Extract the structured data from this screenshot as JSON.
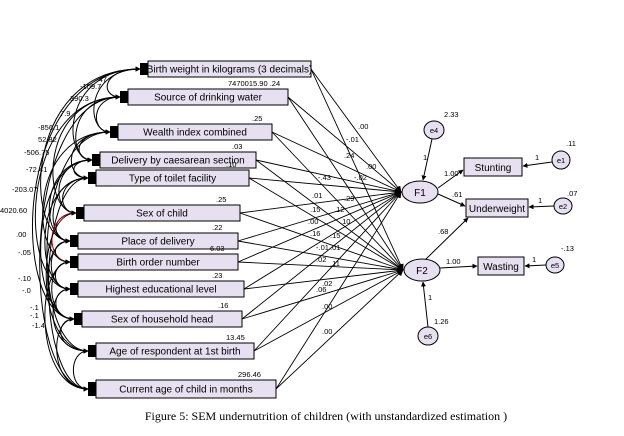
{
  "figure": {
    "caption": "Figure 5: SEM undernutrition of children (with unstandardized estimation )"
  },
  "observed": [
    {
      "id": "birthwt",
      "label": "Birth weight in kilograms (3 decimals)",
      "var": ""
    },
    {
      "id": "water",
      "label": "Source of drinking water",
      "var": "7470015.90 .24"
    },
    {
      "id": "wealth",
      "label": "Wealth index combined",
      "var": ".25"
    },
    {
      "id": "caes",
      "label": "Delivery by caesarean section",
      "var": ".03"
    },
    {
      "id": "toilet",
      "label": "Type of toilet facility",
      "var": ".10"
    },
    {
      "id": "sex",
      "label": "Sex of child",
      "var": ".25"
    },
    {
      "id": "place",
      "label": "Place of delivery",
      "var": ".22"
    },
    {
      "id": "order",
      "label": "Birth order number",
      "var": "6.03"
    },
    {
      "id": "edu",
      "label": "Highest educational level",
      "var": ".23"
    },
    {
      "id": "hhsex",
      "label": "Sex of household head",
      "var": ".16"
    },
    {
      "id": "age1",
      "label": "Age of respondent at 1st birth",
      "var": "13.45"
    },
    {
      "id": "agechild",
      "label": "Current age of child in months",
      "var": "296.46"
    }
  ],
  "latent": {
    "f1": {
      "label": "F1"
    },
    "f2": {
      "label": "F2"
    }
  },
  "outcomes": {
    "stunting": {
      "label": "Stunting"
    },
    "underweight": {
      "label": "Underweight"
    },
    "wasting": {
      "label": "Wasting"
    }
  },
  "errors": {
    "e1": {
      "label": "e1",
      "var": ".11",
      "path": "1"
    },
    "e2": {
      "label": "e2",
      "var": ".07",
      "path": "1"
    },
    "e5": {
      "label": "e5",
      "var": "-.13",
      "path": "1"
    },
    "e4": {
      "label": "e4",
      "var": "2.33",
      "path": "1"
    },
    "e6": {
      "label": "e6",
      "var": "1.26",
      "path": "1"
    }
  },
  "structural": {
    "f1_stunting": "1.00",
    "f1_underweight": ".61",
    "f2_underweight": ".68",
    "f2_wasting": "1.00"
  },
  "path_labels": [
    ".00",
    "-.01",
    ".24",
    ".00",
    "-.02",
    "-.43",
    ".01",
    ".29",
    ".15",
    ".12",
    ".00",
    ".10",
    ".16",
    ".15",
    "-.01",
    ".01",
    ".02",
    ".11",
    ".02",
    ".06",
    ".00",
    ".00"
  ],
  "cov_labels": [
    "-47",
    "-109.7",
    "390.3",
    "7.9",
    "-856.1",
    "52.82",
    "-506.75",
    "-72.41",
    "-203.07",
    "4020.60",
    ".00",
    "-.05",
    "-.10",
    "-.0",
    "-.1",
    "-.1",
    "-1.4"
  ]
}
